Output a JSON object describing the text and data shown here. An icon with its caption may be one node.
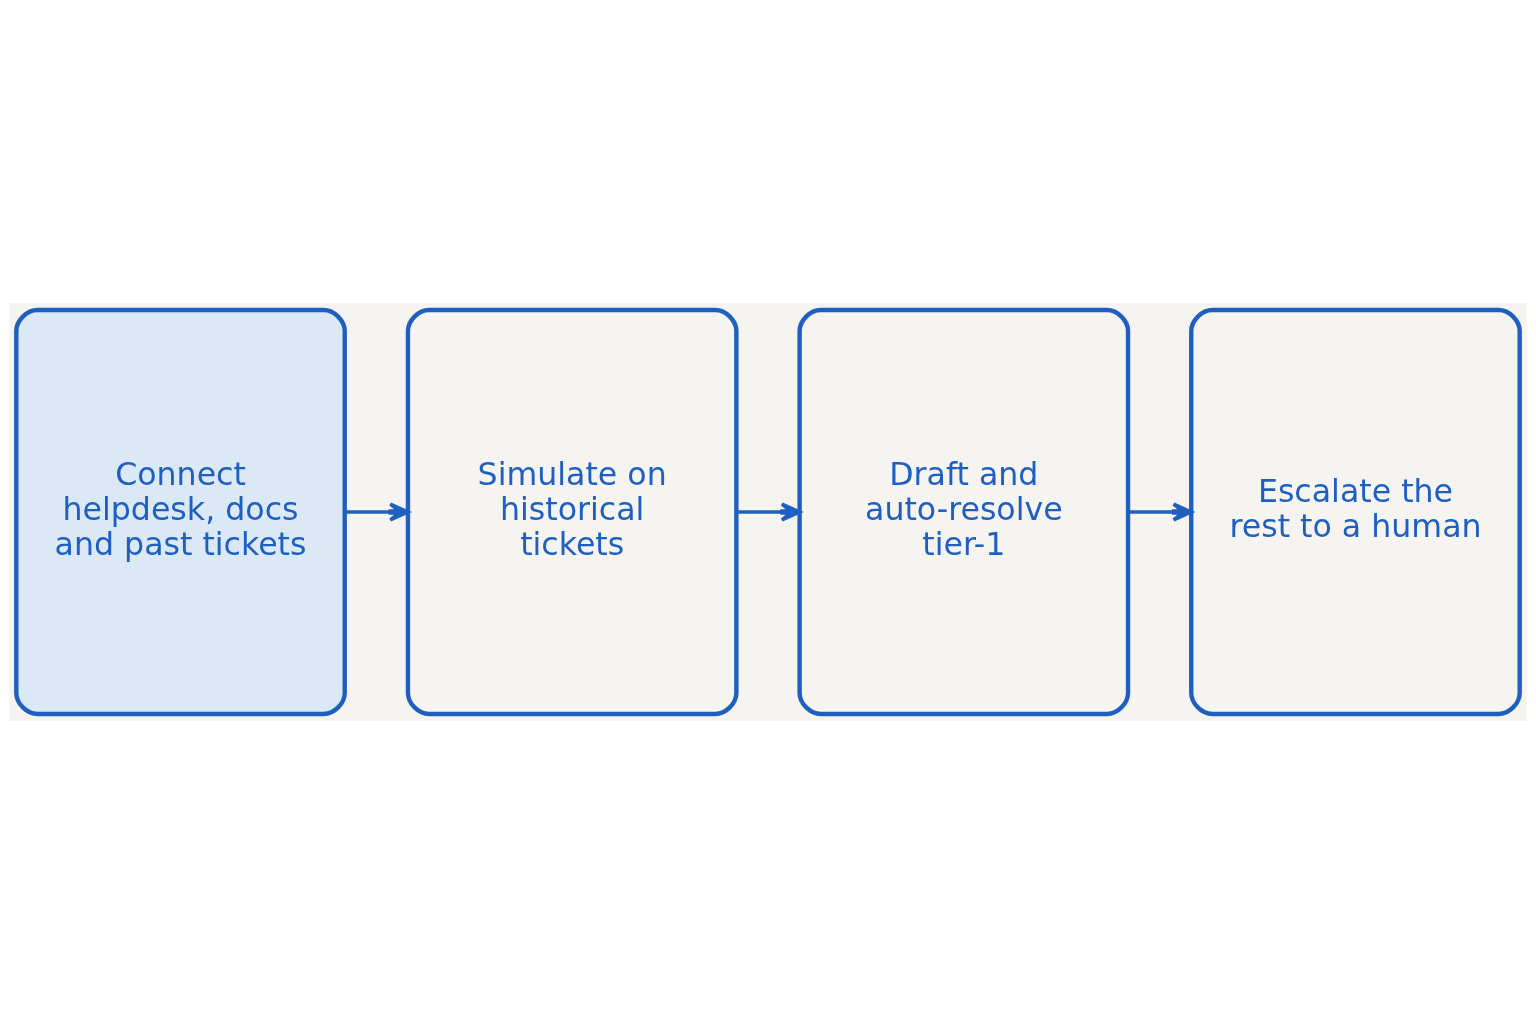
{
  "diagram": {
    "nodes": [
      {
        "text": [
          "Connect helpdesk, docs and past tickets"
        ]
      },
      {
        "text": [
          "Simulate on historical tickets"
        ]
      },
      {
        "text": [
          "Draft and auto-resolve tier-1"
        ]
      },
      {
        "text": [
          "Escalate the rest to a human"
        ]
      }
    ],
    "edges": [
      {
        "from": 0,
        "to": 1,
        "arrow": "to"
      },
      {
        "from": 1,
        "to": 2,
        "arrow": "to"
      },
      {
        "from": 2,
        "to": 3,
        "arrow": "to"
      }
    ]
  }
}
